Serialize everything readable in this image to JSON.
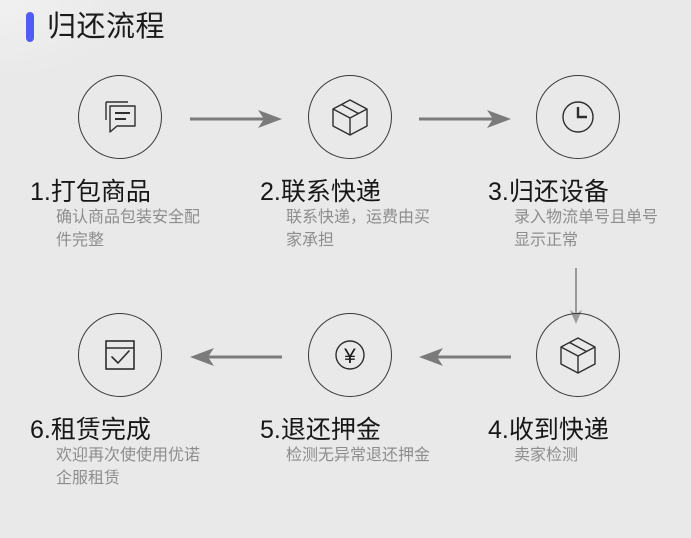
{
  "page": {
    "background_color": "#e9e9e9",
    "accent_color": "#4f5ef0",
    "title": "归还流程"
  },
  "flow": {
    "row1_direction": "left-to-right",
    "row2_direction": "right-to-left",
    "connector": "down-arrow",
    "steps": [
      {
        "number": "1",
        "title": "1.打包商品",
        "desc": "确认商品包装安全配件完整",
        "icon": "message-bubble-icon"
      },
      {
        "number": "2",
        "title": "2.联系快递",
        "desc": "联系快递，运费由买家承担",
        "icon": "package-box-icon"
      },
      {
        "number": "3",
        "title": "3.归还设备",
        "desc": "录入物流单号且单号显示正常",
        "icon": "clock-icon"
      },
      {
        "number": "4",
        "title": "4.收到快递",
        "desc": "卖家检测",
        "icon": "package-box-icon"
      },
      {
        "number": "5",
        "title": "5.退还押金",
        "desc": "检测无异常退还押金",
        "icon": "yen-circle-icon"
      },
      {
        "number": "6",
        "title": "6.租赁完成",
        "desc": "欢迎再次使使用优诺企服租赁",
        "icon": "checkbox-document-icon"
      }
    ]
  },
  "arrows": {
    "right_1_2": "arrow-right",
    "right_2_3": "arrow-right",
    "down_3_4": "arrow-down",
    "left_4_5": "arrow-left",
    "left_5_6": "arrow-left"
  }
}
